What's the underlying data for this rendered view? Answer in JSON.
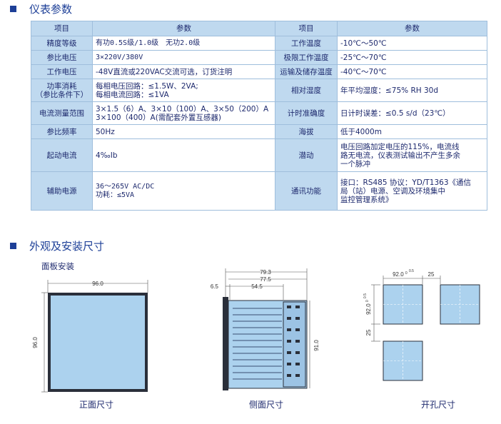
{
  "sections": {
    "params_title": "仪表参数",
    "outline_title": "外观及安装尺寸"
  },
  "table": {
    "headers": [
      "项目",
      "参数",
      "项目",
      "参数"
    ],
    "rows": [
      {
        "l1": "精度等级",
        "v1": "有功0.5S级/1.0级　无功2.0级",
        "l2": "工作温度",
        "v2": "-10℃～50℃"
      },
      {
        "l1": "参比电压",
        "v1": "3×220V/380V",
        "l2": "极限工作温度",
        "v2": "-25℃～70℃"
      },
      {
        "l1": "工作电压",
        "v1": "-48V直流或220VAC交流可选，订货注明",
        "l2": "运输及储存温度",
        "v2": "-40℃～70℃"
      },
      {
        "l1": "功率消耗\n（参比条件下）",
        "v1": "每相电压回路：≤1.5W、2VA;\n每相电流回路：≤1VA",
        "l2": "相对湿度",
        "v2": "年平均湿度：≤75% RH 30d"
      },
      {
        "l1": "电流测量范围",
        "v1": "3×1.5（6）A、3×10（100）A、3×50（200）A\n3×100（400）A(需配套外置互感器)",
        "l2": "计时准确度",
        "v2": "日计时误差：≤0.5 s/d（23℃）"
      },
      {
        "l1": "参比频率",
        "v1": "50Hz",
        "l2": "海拔",
        "v2": "低于4000m"
      },
      {
        "l1": "起动电流",
        "v1": "4‰Ib",
        "l2": "潜动",
        "v2": "电压回路加定电压的115%，电流线\n路无电流，仪表测试输出不产生多余\n一个脉冲"
      },
      {
        "l1": "辅助电源",
        "v1": "36～265V AC/DC\n功耗：≤5VA",
        "l2": "通讯功能",
        "v2": "接口：RS485 协议：YD/T1363《通信\n局（站）电源、空调及环境集中\n监控管理系统》"
      }
    ]
  },
  "drawings": {
    "panel_label": "面板安装",
    "front_caption": "正面尺寸",
    "side_caption": "侧面尺寸",
    "cutout_caption": "开孔尺寸",
    "front_width": "96.0",
    "front_height": "96.0",
    "side_total": "79.3",
    "side_body": "77.5",
    "side_front": "6.5",
    "side_depth": "54.5",
    "side_height": "91.0",
    "cut_width": "92.0",
    "cut_width_tol_top": "0.5",
    "cut_width_tol_bottom": "0",
    "cut_height": "92.0",
    "cut_height_tol_top": "0.5",
    "cut_height_tol_bottom": "0",
    "cut_gap_h": "25",
    "cut_gap_v": "25"
  },
  "colors": {
    "accent": "#1d3f97",
    "cell_fill": "#bfd9ef",
    "panel_fill": "#acd2ee"
  }
}
